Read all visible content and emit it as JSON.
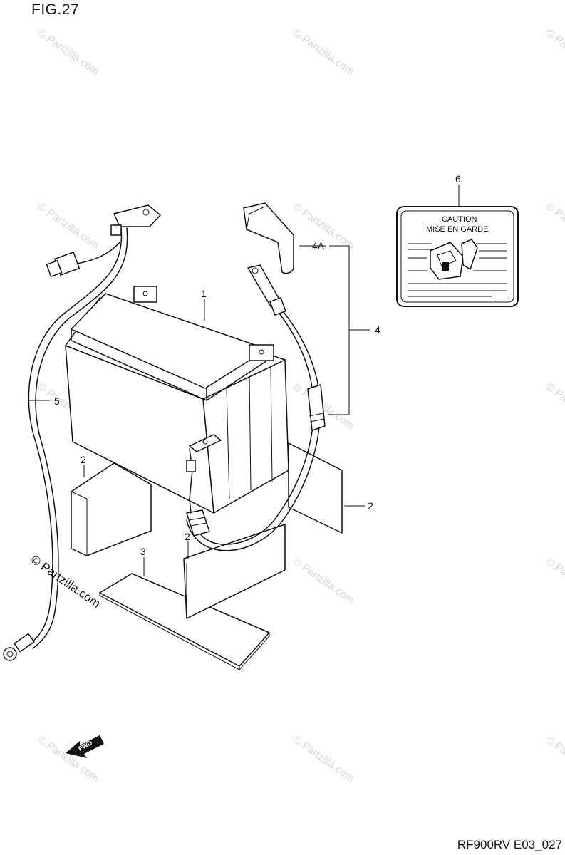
{
  "figure": {
    "title": "FIG.27",
    "footer_code": "RF900RV E03_027"
  },
  "callouts": {
    "c1": "1",
    "c2a": "2",
    "c2b": "2",
    "c2c": "2",
    "c3": "3",
    "c4": "4",
    "c4a": "4A",
    "c5": "5",
    "c6": "6"
  },
  "decal": {
    "line1": "CAUTION",
    "line2": "MISE EN GARDE"
  },
  "fwd_arrow": {
    "label": "FWD",
    "icon": "fwd-arrow-icon"
  },
  "watermark": {
    "text": "© Partzilla.com"
  }
}
